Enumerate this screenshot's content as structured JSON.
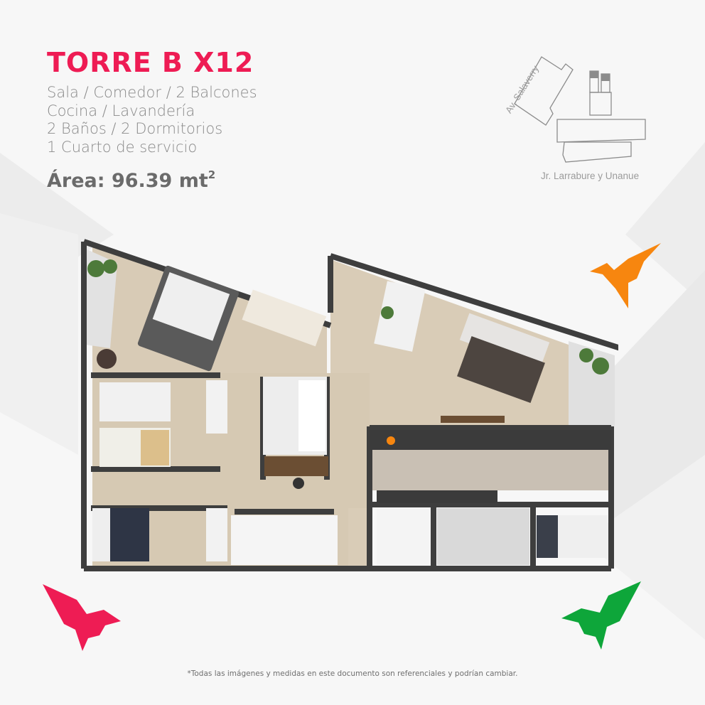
{
  "header": {
    "title": "TORRE B X12",
    "features": [
      "Sala / Comedor / 2 Balcones",
      "Cocina / Lavandería",
      "2 Baños / 2 Dormitorios",
      "1 Cuarto de servicio"
    ],
    "area_label": "Área: 96.39 mt",
    "area_superscript": "2"
  },
  "location_map": {
    "street_top": "Av. Salaverry",
    "street_bottom": "Jr. Larrabure y Unanue"
  },
  "footnote": "*Todas las imágenes y medidas en este documento son referenciales y podrían cambiar.",
  "colors": {
    "title": "#ee1c54",
    "bird_orange": "#f7860f",
    "bird_red": "#ee1c54",
    "bird_green": "#0ea63a",
    "wall": "#3e3e3e",
    "floor_wood": "#d8cbb6"
  },
  "icons": [
    "bird-orange-icon",
    "bird-red-icon",
    "bird-green-icon",
    "location-map-icon"
  ]
}
